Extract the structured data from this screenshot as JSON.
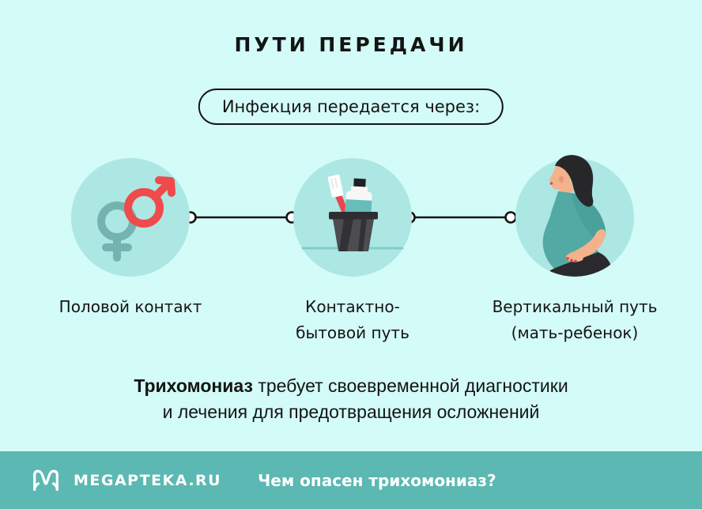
{
  "title": "ПУТИ ПЕРЕДАЧИ",
  "pill": {
    "text": "Инфекция передается через:"
  },
  "routes": [
    {
      "icon": "gender-symbols-icon",
      "label_lines": [
        "Половой контакт"
      ]
    },
    {
      "icon": "toothbrush-cup-icon",
      "label_lines": [
        "Контактно-",
        "бытовой путь"
      ]
    },
    {
      "icon": "pregnant-woman-icon",
      "label_lines": [
        "Вертикальный путь",
        "(мать-ребенок)"
      ]
    }
  ],
  "note": {
    "bold_word": "Трихомониаз",
    "line1_rest": " требует своевременной диагностики",
    "line2": "и лечения для предотвращения осложнений"
  },
  "footer": {
    "brand": "MEGAPTEKA.RU",
    "question": "Чем опасен трихомониаз?"
  },
  "colors": {
    "background": "#d3fbf7",
    "circle_fill": "#ace7e3",
    "outline": "#141414",
    "accent_red": "#ef4a4c",
    "teal_symbol": "#73b4b0",
    "woman_top_teal": "#53aaa4",
    "footer_bar": "#5cb8b2",
    "footer_text": "#ffffff"
  }
}
